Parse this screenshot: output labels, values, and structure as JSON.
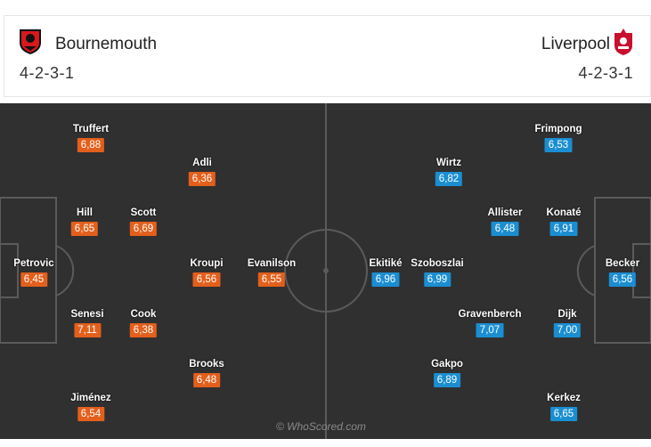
{
  "home": {
    "name": "Bournemouth",
    "formation": "4-2-3-1",
    "crest_icon": "bournemouth-crest-icon",
    "rating_color": "#e35f1c",
    "players": [
      {
        "name": "Petrovic",
        "rating": "6,45"
      },
      {
        "name": "Truffert",
        "rating": "6,88"
      },
      {
        "name": "Hill",
        "rating": "6,65"
      },
      {
        "name": "Senesi",
        "rating": "7,11"
      },
      {
        "name": "Jiménez",
        "rating": "6,54"
      },
      {
        "name": "Scott",
        "rating": "6,69"
      },
      {
        "name": "Cook",
        "rating": "6,38"
      },
      {
        "name": "Adli",
        "rating": "6,36"
      },
      {
        "name": "Kroupi",
        "rating": "6,56"
      },
      {
        "name": "Brooks",
        "rating": "6,48"
      },
      {
        "name": "Evanilson",
        "rating": "6,55"
      }
    ]
  },
  "away": {
    "name": "Liverpool",
    "formation": "4-2-3-1",
    "crest_icon": "liverpool-crest-icon",
    "rating_color": "#1b8ed1",
    "players": [
      {
        "name": "Becker",
        "rating": "6,56"
      },
      {
        "name": "Frimpong",
        "rating": "6,53"
      },
      {
        "name": "Konaté",
        "rating": "6,91"
      },
      {
        "name": "Dijk",
        "rating": "7,00"
      },
      {
        "name": "Kerkez",
        "rating": "6,65"
      },
      {
        "name": "Allister",
        "rating": "6,48"
      },
      {
        "name": "Gravenberch",
        "rating": "7,07"
      },
      {
        "name": "Wirtz",
        "rating": "6,82"
      },
      {
        "name": "Szoboszlai",
        "rating": "6,99"
      },
      {
        "name": "Gakpo",
        "rating": "6,89"
      },
      {
        "name": "Ekitiké",
        "rating": "6,96"
      }
    ]
  },
  "watermark": "© WhoScored.com"
}
